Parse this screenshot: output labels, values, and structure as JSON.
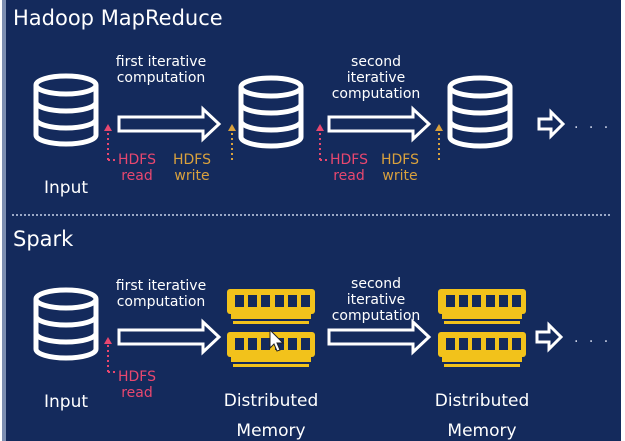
{
  "hadoop": {
    "title": "Hadoop MapReduce",
    "input_label": "Input",
    "step1_label": "first iterative computation",
    "step2_label": "second iterative computation",
    "hdfs_read_1": "HDFS read",
    "hdfs_write_1": "HDFS write",
    "hdfs_read_2": "HDFS read",
    "hdfs_write_2": "HDFS write",
    "more": ". . ."
  },
  "spark": {
    "title": "Spark",
    "input_label": "Input",
    "step1_label": "first iterative computation",
    "step2_label": "second iterative computation",
    "hdfs_read": "HDFS read",
    "memory_label_1": "Distributed Memory",
    "memory_label_2": "Distributed Memory",
    "more": ". . ."
  },
  "colors": {
    "background": "#142a5c",
    "read": "#e8476f",
    "write": "#d9a13d",
    "memory": "#f2c21b"
  },
  "icons": [
    "database-icon",
    "memory-module-icon",
    "right-arrow-icon",
    "mouse-cursor-icon"
  ]
}
